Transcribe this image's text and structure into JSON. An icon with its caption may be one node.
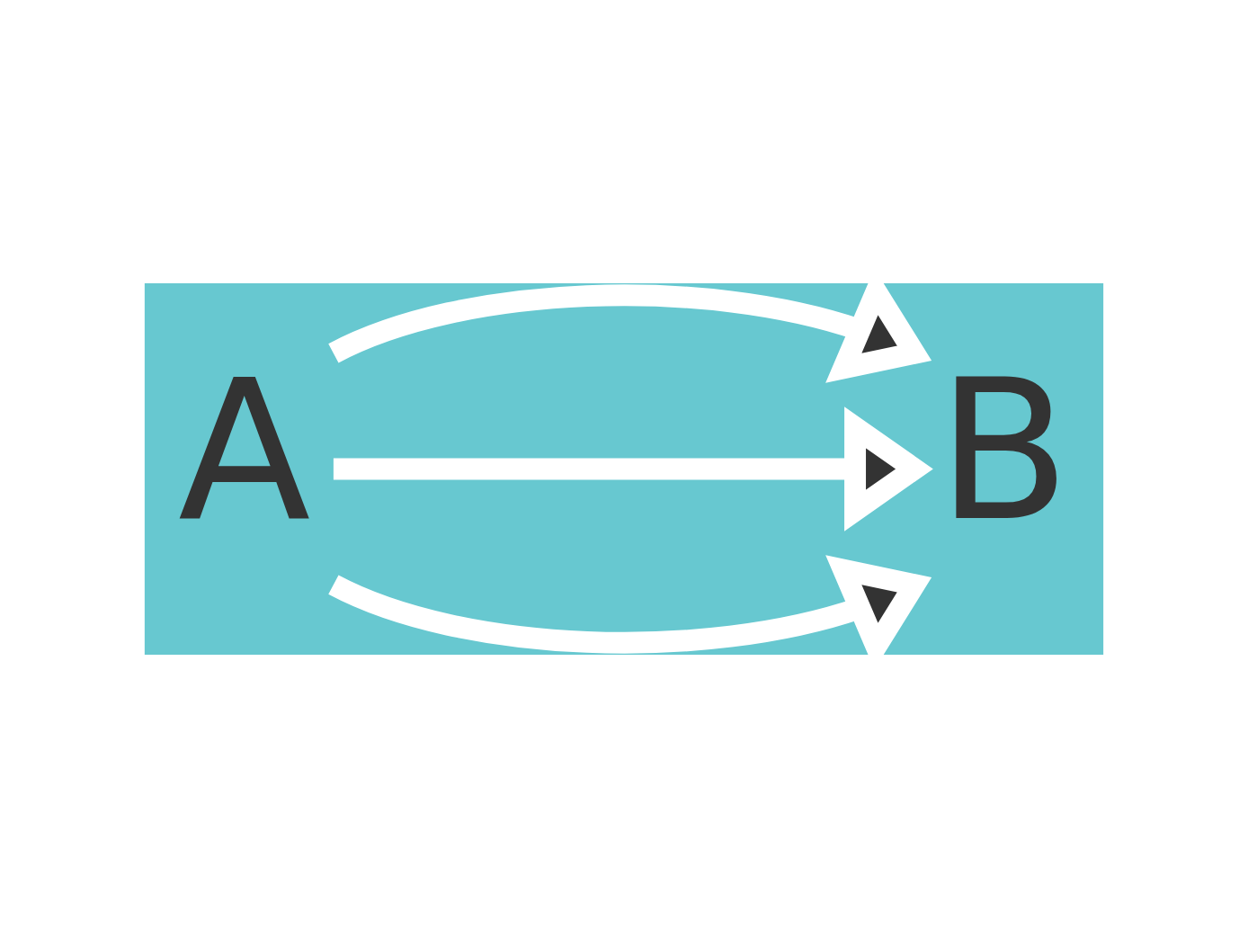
{
  "diagram": {
    "nodes": [
      {
        "text": [
          "A"
        ]
      },
      {
        "text": [
          "B"
        ]
      }
    ],
    "edges": [
      {
        "from": 0,
        "to": 1,
        "arrow": "to"
      },
      {
        "from": 0,
        "to": 1,
        "arrow": "to"
      },
      {
        "from": 0,
        "to": 1,
        "arrow": "to"
      }
    ]
  }
}
